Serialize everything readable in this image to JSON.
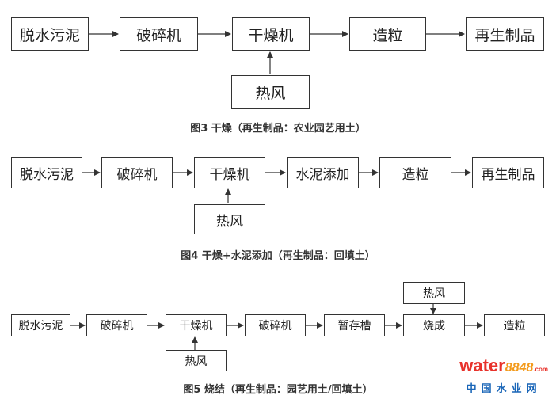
{
  "diagrams": [
    {
      "caption": "图3 干燥（再生制品：农业园艺用土）",
      "nodes": {
        "sludge": "脱水污泥",
        "crusher": "破碎机",
        "dryer": "干燥机",
        "granulation": "造粒",
        "product": "再生制品",
        "hot_air": "热风"
      }
    },
    {
      "caption": "图4 干燥+水泥添加（再生制品：回填土）",
      "nodes": {
        "sludge": "脱水污泥",
        "crusher": "破碎机",
        "dryer": "干燥机",
        "cement": "水泥添加",
        "granulation": "造粒",
        "product": "再生制品",
        "hot_air": "热风"
      }
    },
    {
      "caption": "图5 烧结（再生制品：园艺用土/回填土）",
      "nodes": {
        "sludge": "脱水污泥",
        "crusher1": "破碎机",
        "dryer": "干燥机",
        "crusher2": "破碎机",
        "storage": "暂存槽",
        "sinter": "烧成",
        "granulation": "造粒",
        "hot_air_dryer": "热风",
        "hot_air_sinter": "热风"
      }
    }
  ],
  "watermark": {
    "brand": "water",
    "number": "8848",
    "suffix": ".com",
    "chinese": "中国水业网"
  },
  "colors": {
    "line": "#333333",
    "brand_red": "#e8322b",
    "brand_orange": "#f39a1b",
    "brand_blue": "#1a66b8"
  }
}
